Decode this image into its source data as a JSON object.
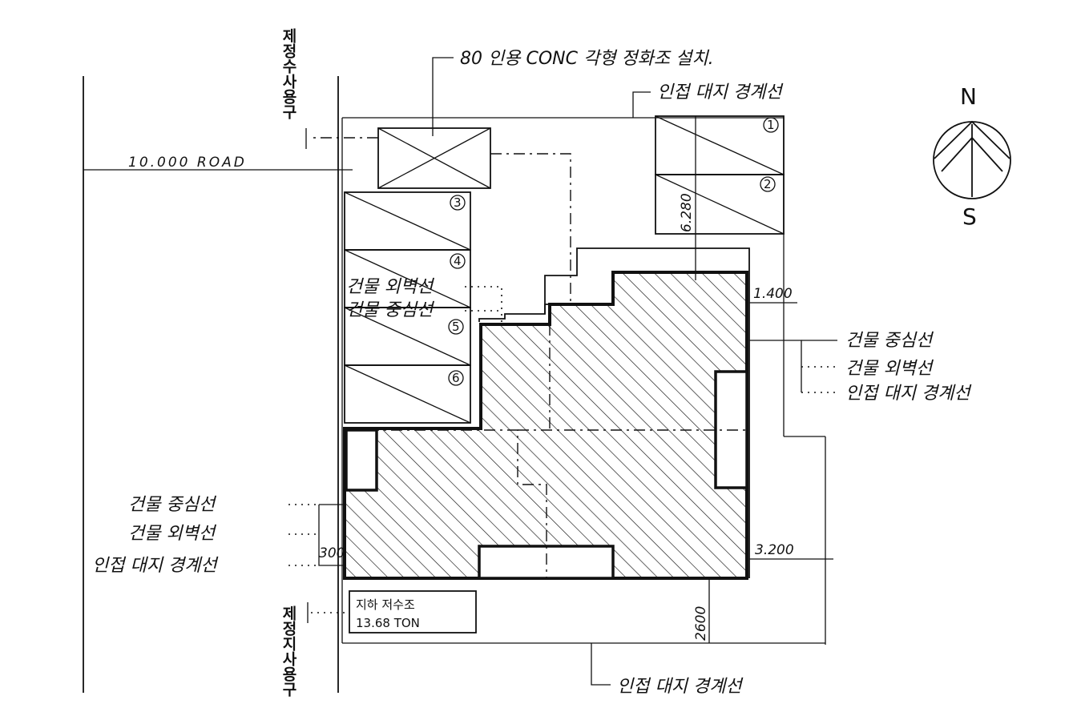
{
  "labels": {
    "septic_tank": "80 인용 CONC 각형 정화조 설치.",
    "boundary_top": "인접 대지 경계선",
    "boundary_bottom": "인접 대지 경계선",
    "road": "10.000 ROAD",
    "right_center_line": "건물 중심선",
    "right_outer_wall": "건물 외벽선",
    "right_boundary": "인접 대지 경계선",
    "left_center_line": "건물 중심선",
    "left_outer_wall": "건물 외벽선",
    "left_boundary": "인접 대지 경계선",
    "mid_outer_wall": "건물 외벽선",
    "mid_center_line": "건물 중심선",
    "water_tank_line1": "지하 저수조",
    "water_tank_line2": "13.68 TON",
    "vertical_top": "제정수사용구",
    "vertical_bottom": "제정지사용구"
  },
  "dimensions": {
    "d_6280": "6.280",
    "d_1400": "1.400",
    "d_3200": "3.200",
    "d_2600": "2600",
    "d_300": "300"
  },
  "parking_numbers": [
    "1",
    "2",
    "3",
    "4",
    "5",
    "6"
  ],
  "compass": {
    "north": "N",
    "south": "S"
  },
  "colors": {
    "ink": "#111111",
    "paper": "#ffffff"
  }
}
